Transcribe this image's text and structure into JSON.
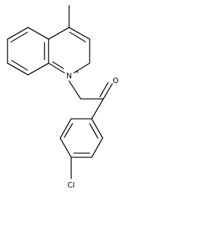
{
  "molecule": {
    "atoms": {
      "nitrogen": "N",
      "charge": "+",
      "oxygen": "O",
      "chlorine": "Cl"
    }
  }
}
